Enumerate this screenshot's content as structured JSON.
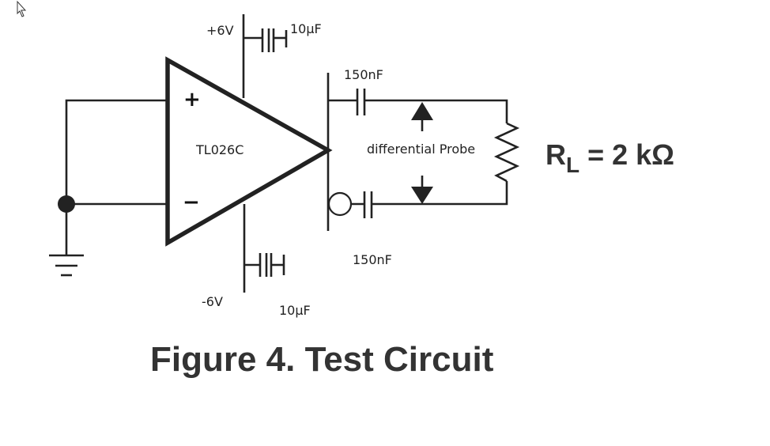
{
  "amp": {
    "part_label": "TL026C",
    "plus_sign": "+",
    "minus_sign": "−"
  },
  "supply": {
    "positive_label": "+6V",
    "negative_label": "-6V",
    "top_cap_label": "10µF",
    "bottom_cap_label": "10µF"
  },
  "coupling": {
    "top_cap_label": "150nF",
    "bottom_cap_label": "150nF"
  },
  "probe_label": "differential Probe",
  "load": {
    "symbol": "R",
    "subscript": "L",
    "value": " = 2 kΩ"
  },
  "caption": "Figure 4. Test Circuit",
  "icons": [
    "mouse-cursor-icon",
    "ground-symbol-icon",
    "capacitor-icon",
    "diode-arrow-icon",
    "resistor-icon"
  ]
}
